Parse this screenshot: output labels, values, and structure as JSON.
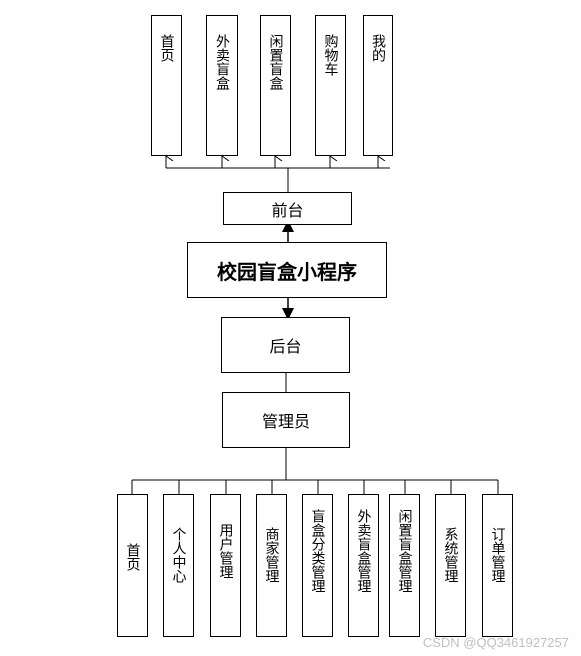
{
  "frontend_modules": [
    "首页",
    "外卖盲盒",
    "闲置盲盒",
    "购物车",
    "我的"
  ],
  "frontend": "前台",
  "system": "校园盲盒小程序",
  "backend": "后台",
  "admin": "管理员",
  "admin_modules": [
    "首页",
    "个人中心",
    "用户管理",
    "商家管理",
    "盲盒分类管理",
    "外卖盲盒管理",
    "闲置盲盒管理",
    "系统管理",
    "订单管理"
  ],
  "watermark": "CSDN @QQ3461927257"
}
